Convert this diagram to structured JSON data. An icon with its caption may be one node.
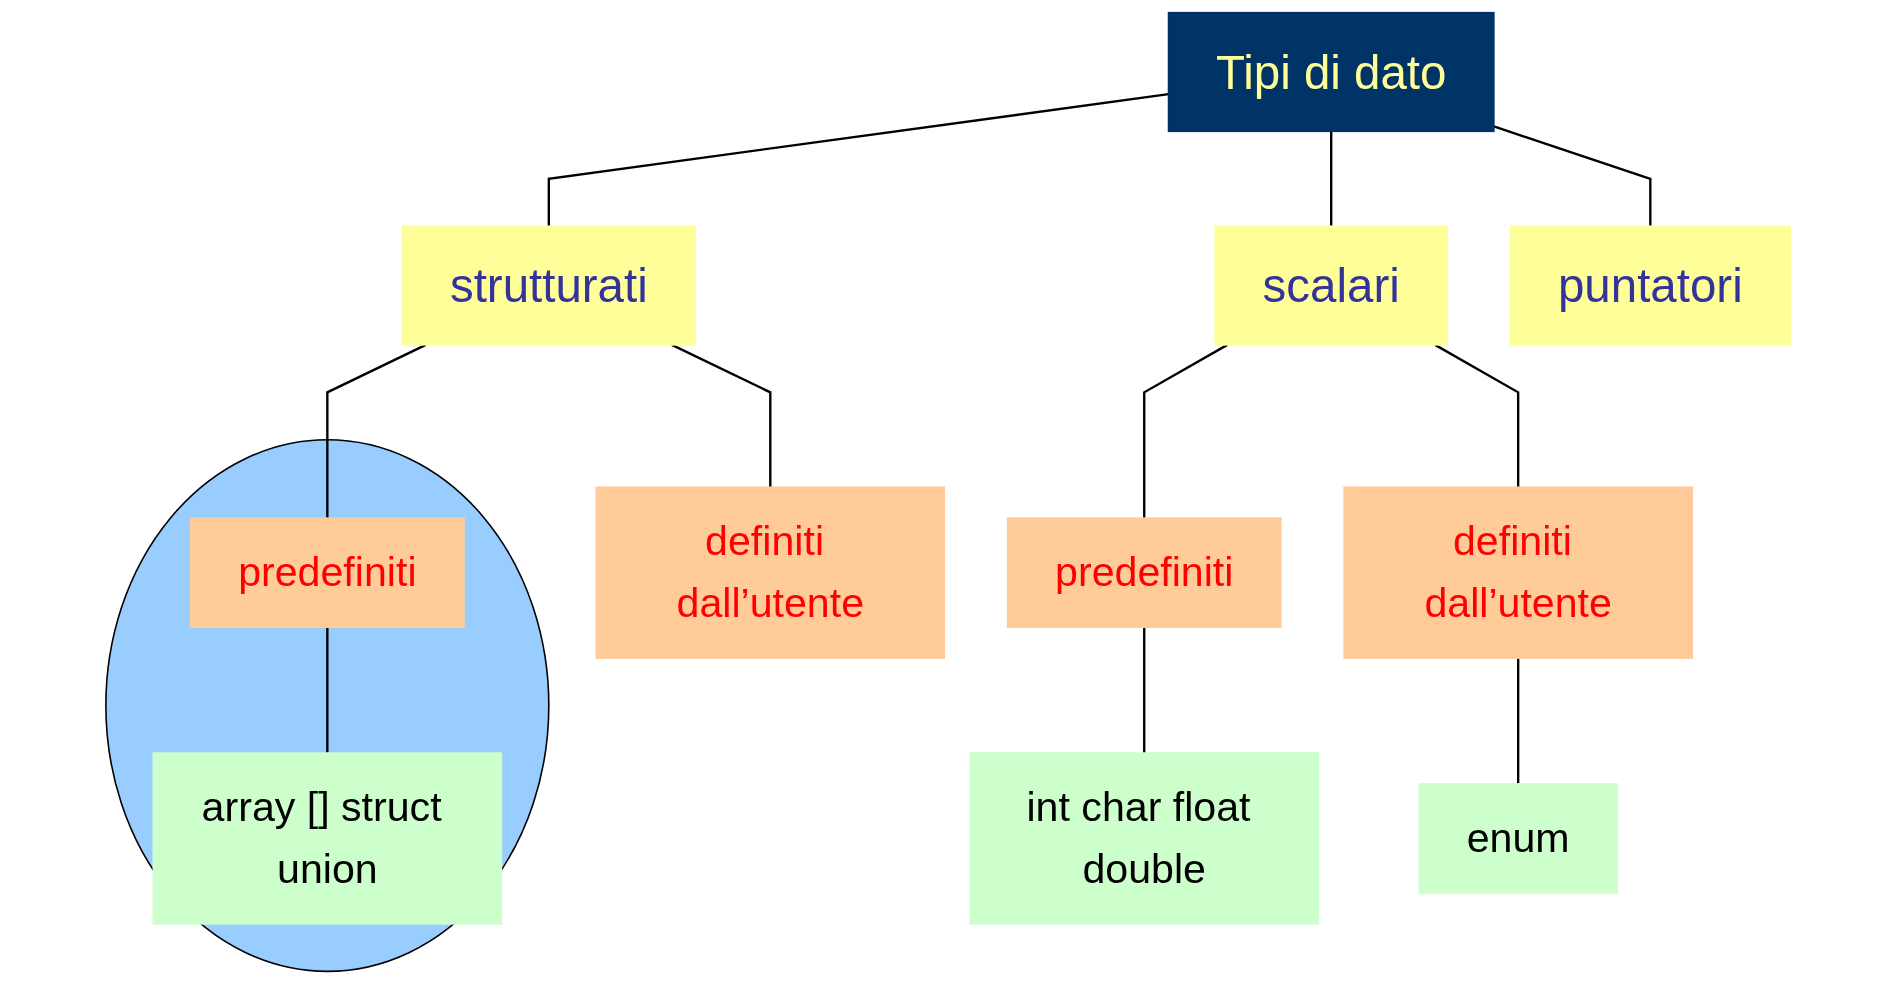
{
  "diagram": {
    "nodes": [
      {
        "text": [
          "Tipi di dato"
        ]
      },
      {
        "text": [
          "scalari"
        ]
      },
      {
        "text": [
          "strutturati"
        ]
      },
      {
        "text": [
          "puntatori"
        ]
      },
      {
        "text": [
          "predefiniti"
        ]
      },
      {
        "text": [
          "definiti dall’utente"
        ]
      },
      {
        "text": [
          "int char float double"
        ]
      },
      {
        "text": [
          "enum"
        ]
      },
      {
        "text": [],
        "shape": "ellipse"
      },
      {
        "text": [
          "predefiniti"
        ],
        "in": 8
      },
      {
        "text": [
          "array [] struct union"
        ],
        "in": 8
      },
      {
        "text": [
          "definiti dall’utente"
        ]
      }
    ],
    "edges": [
      {
        "from": 0,
        "to": 1,
        "arrow": "none"
      },
      {
        "from": 0,
        "to": 2,
        "arrow": "none"
      },
      {
        "from": 0,
        "to": 3,
        "arrow": "none"
      },
      {
        "from": 1,
        "to": 4,
        "arrow": "none"
      },
      {
        "from": 1,
        "to": 5,
        "arrow": "none"
      },
      {
        "from": 4,
        "to": 6,
        "arrow": "none"
      },
      {
        "from": 5,
        "to": 7,
        "arrow": "none"
      },
      {
        "from": 2,
        "to": 9,
        "arrow": "none"
      },
      {
        "from": 2,
        "to": 11,
        "arrow": "none"
      },
      {
        "from": 9,
        "to": 10,
        "arrow": "none"
      }
    ]
  }
}
